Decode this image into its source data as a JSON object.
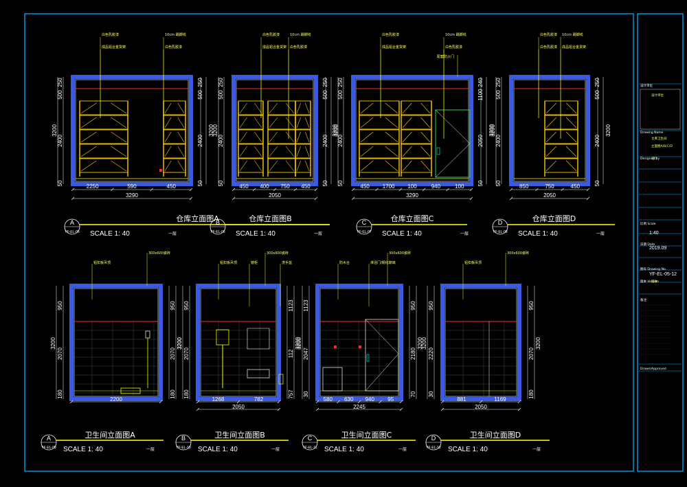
{
  "colors": {
    "frame": "#00aaff",
    "wall": "#3a5adf",
    "line": "#ffff00",
    "dim": "#ffffff",
    "red": "#ff2a2a",
    "shelf": "#ffcc00",
    "cyan": "#00ffff",
    "green": "#33cc66"
  },
  "storage": [
    {
      "letter": "A",
      "code": "YF-EL-05",
      "title": "仓库立面图A",
      "scale": "SCALE 1: 40",
      "floor": "一层",
      "notes": [
        "白色乳胶漆",
        "10cm 踢脚线",
        "成品铝合金货架",
        "白色乳胶漆"
      ],
      "dims_bottom": [
        "2250",
        "590",
        "450"
      ],
      "total": "3290",
      "left": [
        "250",
        "500",
        "2400",
        "3200",
        "50"
      ],
      "right": [
        "250",
        "500",
        "2400",
        "3200",
        "50"
      ]
    },
    {
      "letter": "B",
      "code": "YF-EL-06",
      "title": "仓库立面图B",
      "scale": "SCALE 1: 40",
      "floor": "一层",
      "notes": [
        "白色乳胶漆",
        "10cm 踢脚线",
        "成品铝合金货架",
        "白色乳胶漆"
      ],
      "dims_bottom": [
        "450",
        "400",
        "750",
        "450"
      ],
      "total": "2050",
      "left": [
        "250",
        "500",
        "2400",
        "3200",
        "50"
      ],
      "right": [
        "250",
        "500",
        "2400",
        "3200",
        "50"
      ]
    },
    {
      "letter": "C",
      "code": "YF-EL-07",
      "title": "仓库立面图C",
      "scale": "SCALE 1: 40",
      "floor": "一层",
      "notes": [
        "白色乳胶漆",
        "10cm 踢脚线",
        "成品铝合金货架",
        "白色乳胶漆",
        "配套防火门"
      ],
      "dims_bottom": [
        "450",
        "1700",
        "100",
        "940",
        "100"
      ],
      "total": "3290",
      "left": [
        "250",
        "500",
        "2400",
        "3200",
        "50"
      ],
      "right": [
        "240",
        "1100",
        "2050",
        "3200",
        "50"
      ]
    },
    {
      "letter": "D",
      "code": "YF-EL-08",
      "title": "仓库立面图D",
      "scale": "SCALE 1: 40",
      "floor": "一层",
      "notes": [
        "白色乳胶漆",
        "10cm 踢脚线",
        "白色乳胶漆",
        "成品铝合金货架"
      ],
      "dims_bottom": [
        "850",
        "750",
        "450"
      ],
      "total": "2050",
      "left": [
        "250",
        "500",
        "2400",
        "3200",
        "50"
      ],
      "right": [
        "250",
        "500",
        "2400",
        "3200",
        "50"
      ]
    }
  ],
  "toilet": [
    {
      "letter": "A",
      "code": "YF-EL-09",
      "title": "卫生间立面图A",
      "scale": "SCALE 1: 40",
      "floor": "一层",
      "notes": [
        "300x600瓷砖",
        "铝扣板吊顶"
      ],
      "dims_bottom": [
        "2200"
      ],
      "total": "",
      "left": [
        "950",
        "2070",
        "3200",
        "180"
      ],
      "right": [
        "950",
        "2070",
        "3200",
        "180"
      ]
    },
    {
      "letter": "B",
      "code": "YF-EL-10",
      "title": "卫生间立面图B",
      "scale": "SCALE 1: 40",
      "floor": "一层",
      "notes": [
        "300x600瓷砖",
        "铝扣板吊顶",
        "镜柜",
        "洗手盆"
      ],
      "dims_bottom": [
        "1268",
        "782"
      ],
      "total": "2050",
      "left": [
        "950",
        "2070",
        "3200",
        "180"
      ],
      "right": [
        "1123",
        "112",
        "3200",
        "757"
      ]
    },
    {
      "letter": "C",
      "code": "YF-EL-11",
      "title": "卫生间立面图C",
      "scale": "SCALE 1: 40",
      "floor": "一层",
      "notes": [
        "300x600瓷砖",
        "防水台",
        "淋浴门/钢化玻璃"
      ],
      "dims_bottom": [
        "580",
        "630",
        "940",
        "95"
      ],
      "total": "2245",
      "left": [
        "1123",
        "2047",
        "3200",
        "30"
      ],
      "right": [
        "950",
        "2180",
        "3200",
        "70"
      ]
    },
    {
      "letter": "D",
      "code": "YF-EL-12",
      "title": "卫生间立面图D",
      "scale": "SCALE 1: 40",
      "floor": "一层",
      "notes": [
        "300x600瓷砖",
        "铝扣板吊顶"
      ],
      "dims_bottom": [
        "881",
        "1169"
      ],
      "total": "2050",
      "left": [
        "950",
        "2220",
        "3200",
        "30"
      ],
      "right": [
        "950",
        "2070",
        "3200",
        "180"
      ]
    }
  ],
  "titleblock": {
    "rows": [
      {
        "label": "设计单位",
        "value": "设计单位"
      },
      {
        "label": "Drawing Name",
        "value": "仓库卫生间"
      },
      {
        "label": "",
        "value": "立面图A/B/C/D"
      },
      {
        "label": "Designed by",
        "value": "设计"
      },
      {
        "label": "比例 Scale",
        "value": "1:40"
      },
      {
        "label": "日期 Date",
        "value": "2019.09"
      },
      {
        "label": "图号 Drawing No.",
        "value": "YF-EL-05-12"
      },
      {
        "label": "版本 Version",
        "value": "版本"
      }
    ],
    "notes_label": "备注:",
    "bottom": "Drawn/Approved"
  }
}
